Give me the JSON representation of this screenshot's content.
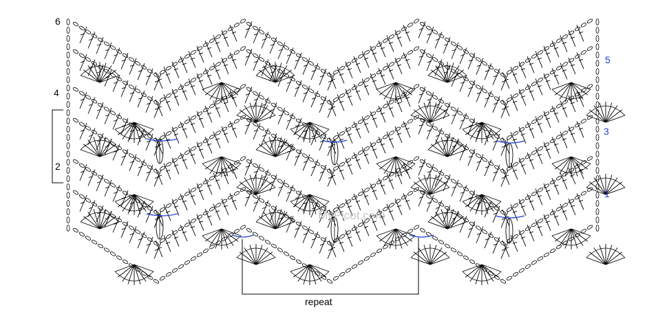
{
  "diagram": {
    "row_numbers_left": [
      "6",
      "4",
      "2"
    ],
    "row_numbers_right": [
      "5",
      "3",
      "1"
    ],
    "repeat_label": "repeat",
    "watermark": "MyPicot.com",
    "colors": {
      "stitch": "#000000",
      "left_numbers": "#000000",
      "right_numbers": "#1f3fd0",
      "connector": "#1f3fd0",
      "watermark": "#c6c6c6"
    }
  }
}
